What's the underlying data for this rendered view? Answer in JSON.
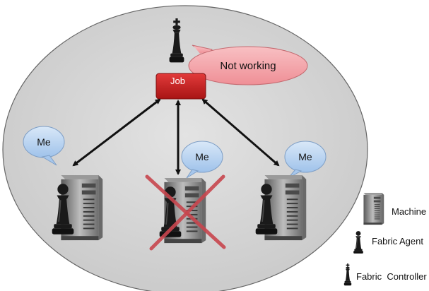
{
  "job": {
    "label": "Job",
    "status_bubble": "Not working"
  },
  "machines": [
    {
      "bubble": "Me",
      "failed": false
    },
    {
      "bubble": "Me",
      "failed": true
    },
    {
      "bubble": "Me",
      "failed": false
    }
  ],
  "legend": {
    "machine_label": "Machine",
    "agent_label": "Fabric Agent",
    "controller_label": "Fabric  Controller"
  },
  "colors": {
    "ellipse_fill": "#d6d6d6",
    "job_box": "#c81e1e",
    "status_bubble": "#f4a3a8",
    "me_bubble": "#bcd6f2",
    "cross": "#c8464e"
  },
  "icons": [
    "king-chess-piece-icon",
    "pawn-chess-piece-icon",
    "server-tower-icon",
    "speech-bubble-icon",
    "cross-out-icon",
    "double-arrow-icon"
  ]
}
